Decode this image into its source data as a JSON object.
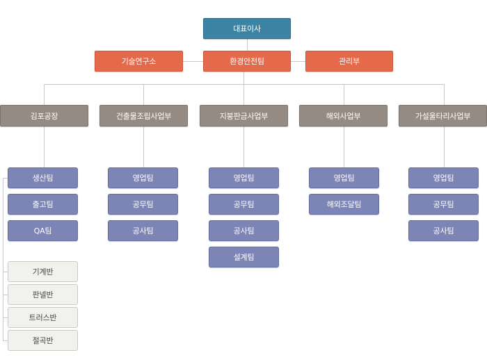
{
  "org": {
    "ceo": "대표이사",
    "staff": [
      "기술연구소",
      "환경안전팀",
      "관리부"
    ],
    "divisions": [
      {
        "name": "김포공장",
        "teams": [
          "생산팀",
          "출고팀",
          "QA팀"
        ],
        "units": [
          "기계반",
          "판넬반",
          "트러스반",
          "절곡반"
        ]
      },
      {
        "name": "건출물조립사업부",
        "teams": [
          "영업팀",
          "공무팀",
          "공사팀"
        ]
      },
      {
        "name": "지붕판금사업부",
        "teams": [
          "영업팀",
          "공무팀",
          "공사팀",
          "설계팀"
        ]
      },
      {
        "name": "해외사업부",
        "teams": [
          "영업팀",
          "해외조달팀"
        ]
      },
      {
        "name": "가설울타리사업부",
        "teams": [
          "영업팀",
          "공무팀",
          "공사팀"
        ]
      }
    ]
  },
  "colors": {
    "ceo": "#3d84a4",
    "staff": "#e5694b",
    "division": "#968b82",
    "team": "#7d85b6",
    "unit": "#f1f1ee",
    "line": "#c8c8c8"
  }
}
